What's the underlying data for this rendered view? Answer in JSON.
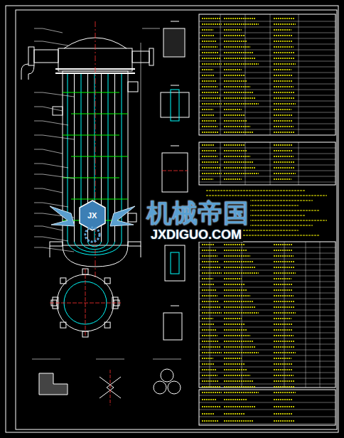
{
  "diagram": {
    "labels": [
      "机械帝国",
      "JXDIGUO.COM",
      "JX"
    ]
  }
}
